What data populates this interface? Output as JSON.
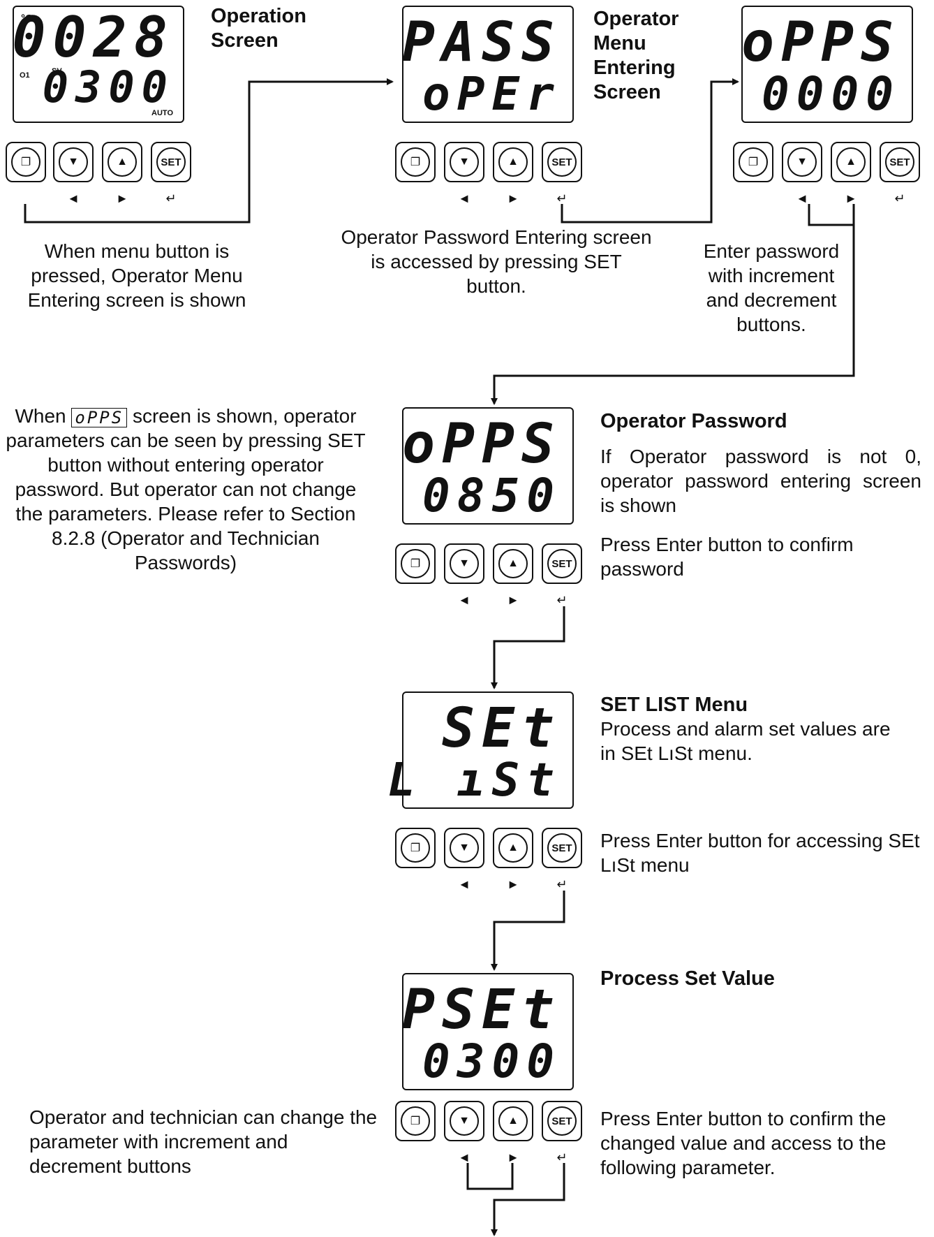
{
  "screens": [
    {
      "id": "operation",
      "top": "0028",
      "bottom": "0300",
      "unit": "°C",
      "o1": "O1",
      "sv": "SV",
      "mode": "AUTO"
    },
    {
      "id": "pass",
      "top": "PASS",
      "bottom": "oPEr"
    },
    {
      "id": "opps",
      "top": "oPPS",
      "bottom": "0000"
    },
    {
      "id": "opps2",
      "top": "oPPS",
      "bottom": "0850"
    },
    {
      "id": "setlist",
      "top": "SEt",
      "bottom": "L ıSt"
    },
    {
      "id": "pset",
      "top": "PSEt",
      "bottom": "0300"
    }
  ],
  "buttons": {
    "set_label": "SET",
    "left_arrow": "◄",
    "right_arrow": "►",
    "enter_arrow": "↵",
    "down_icon": "▼",
    "up_icon": "▲",
    "menu_icon": "❐"
  },
  "labels": {
    "operation_title": "Operation Screen",
    "operator_menu_title": "Operator Menu Entering Screen",
    "caption_menu": "When menu button is pressed, Operator Menu Entering screen is shown",
    "caption_set": "Operator Password Entering screen is accessed by pressing SET button.",
    "caption_enter_password": "Enter password with increment and decrement buttons.",
    "left_note_prefix": "When",
    "left_note_lcd": "oPPS",
    "left_note_suffix": "screen is shown, operator parameters can be seen by pressing SET button without entering operator password. But operator can not change the parameters. Please refer to Section 8.2.8 (Operator and Technician Passwords)",
    "op_pw_title": "Operator Password",
    "op_pw_text": "If Operator password is not 0, operator password entering screen is shown",
    "op_pw_confirm": "Press Enter button to confirm password",
    "setlist_title": "SET LIST Menu",
    "setlist_text": "Process and alarm set values are in SEt LıSt menu.",
    "setlist_enter": "Press Enter button for accessing SEt LıSt menu",
    "pset_title": "Process Set Value",
    "pset_change": "Operator and technician can change the parameter with increment and decrement buttons",
    "pset_confirm": "Press Enter button to confirm the changed value and access to the following parameter."
  }
}
